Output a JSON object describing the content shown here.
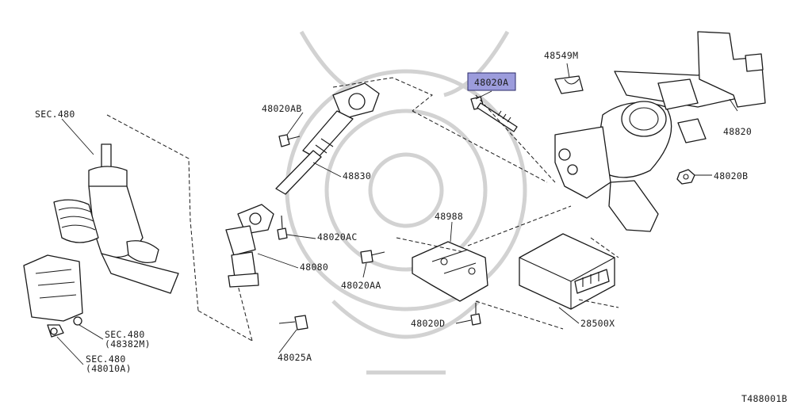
{
  "diagram": {
    "labels": {
      "sec480_top": "SEC.480",
      "p48020AB": "48020AB",
      "p48830": "48830",
      "p48020AC": "48020AC",
      "p48080": "48080",
      "p48020AA": "48020AA",
      "p48025A": "48025A",
      "p48988": "48988",
      "p48020D": "48020D",
      "p28500X": "28500X",
      "p48549M": "48549M",
      "p48020A": "48020A",
      "p48820": "48820",
      "p48020B": "48020B",
      "sec480_a": "SEC.480",
      "sec480_a_sub": "(48382M)",
      "sec480_b": "SEC.480",
      "sec480_b_sub": "(48010A)",
      "figure_code": "T488001B"
    },
    "highlighted_part": "48020A",
    "highlight_color": "#9c9cdc"
  }
}
